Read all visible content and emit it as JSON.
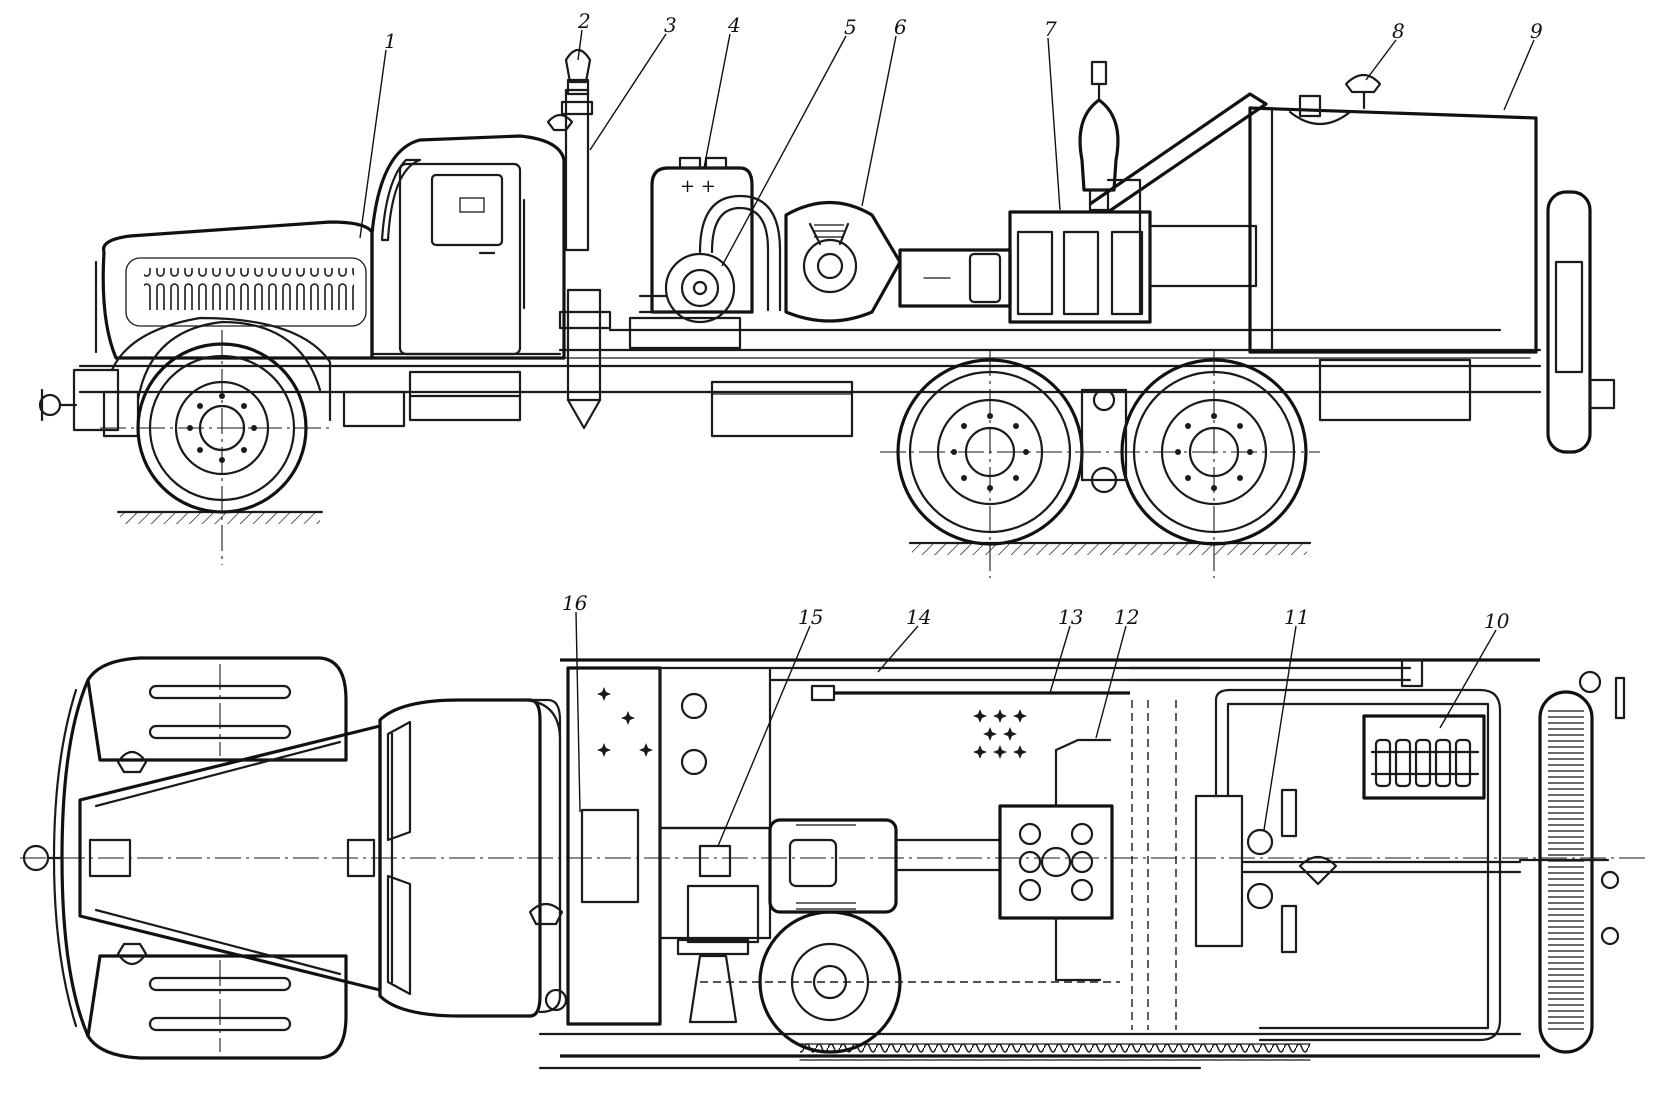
{
  "callouts": [
    {
      "id": "1",
      "label": "1"
    },
    {
      "id": "2",
      "label": "2"
    },
    {
      "id": "3",
      "label": "3"
    },
    {
      "id": "4",
      "label": "4"
    },
    {
      "id": "5",
      "label": "5"
    },
    {
      "id": "6",
      "label": "6"
    },
    {
      "id": "7",
      "label": "7"
    },
    {
      "id": "8",
      "label": "8"
    },
    {
      "id": "9",
      "label": "9"
    },
    {
      "id": "10",
      "label": "10"
    },
    {
      "id": "11",
      "label": "11"
    },
    {
      "id": "12",
      "label": "12"
    },
    {
      "id": "13",
      "label": "13"
    },
    {
      "id": "14",
      "label": "14"
    },
    {
      "id": "15",
      "label": "15"
    },
    {
      "id": "16",
      "label": "16"
    }
  ],
  "colors": {
    "ink": "#1a1a1a",
    "paper": "#ffffff"
  }
}
